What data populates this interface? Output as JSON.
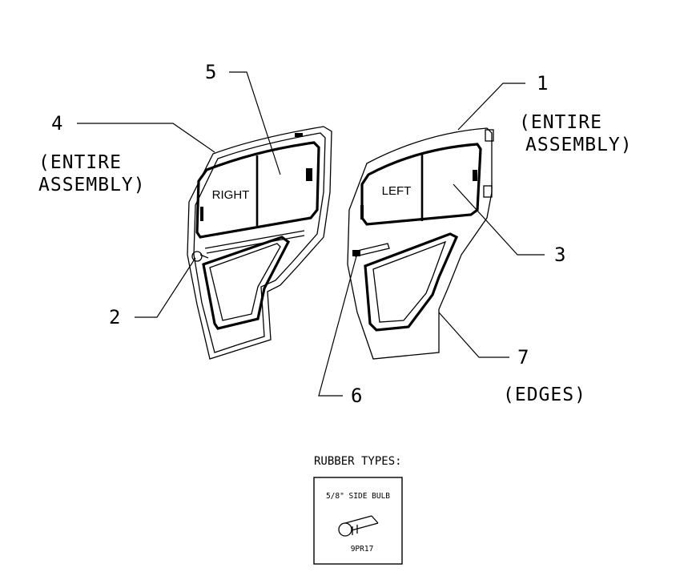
{
  "callouts": {
    "c1": {
      "number": "1",
      "note_line1": "(ENTIRE",
      "note_line2": "ASSEMBLY)"
    },
    "c2": {
      "number": "2"
    },
    "c3": {
      "number": "3"
    },
    "c4": {
      "number": "4",
      "note_line1": "(ENTIRE",
      "note_line2": "ASSEMBLY)"
    },
    "c5": {
      "number": "5"
    },
    "c6": {
      "number": "6"
    },
    "c7": {
      "number": "7",
      "note_line1": "(EDGES)"
    }
  },
  "doors": {
    "right": {
      "window_label": "RIGHT"
    },
    "left": {
      "window_label": "LEFT"
    }
  },
  "rubber_types": {
    "title": "RUBBER TYPES:",
    "item_name": "5/8\" SIDE BULB",
    "part_number": "9PR17"
  }
}
